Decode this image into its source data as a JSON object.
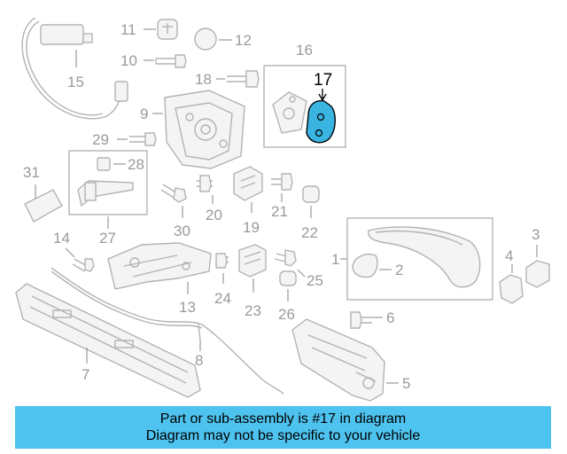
{
  "diagram": {
    "highlight_color": "#3ab4e0",
    "callouts": [
      {
        "id": "1",
        "text": "1"
      },
      {
        "id": "2",
        "text": "2"
      },
      {
        "id": "3",
        "text": "3"
      },
      {
        "id": "4",
        "text": "4"
      },
      {
        "id": "5",
        "text": "5"
      },
      {
        "id": "6",
        "text": "6"
      },
      {
        "id": "7",
        "text": "7"
      },
      {
        "id": "8",
        "text": "8"
      },
      {
        "id": "9",
        "text": "9"
      },
      {
        "id": "10",
        "text": "10"
      },
      {
        "id": "11",
        "text": "11"
      },
      {
        "id": "12",
        "text": "12"
      },
      {
        "id": "13",
        "text": "13"
      },
      {
        "id": "14",
        "text": "14"
      },
      {
        "id": "15",
        "text": "15"
      },
      {
        "id": "16",
        "text": "16"
      },
      {
        "id": "17",
        "text": "17"
      },
      {
        "id": "18",
        "text": "18"
      },
      {
        "id": "19",
        "text": "19"
      },
      {
        "id": "20",
        "text": "20"
      },
      {
        "id": "21",
        "text": "21"
      },
      {
        "id": "22",
        "text": "22"
      },
      {
        "id": "23",
        "text": "23"
      },
      {
        "id": "24",
        "text": "24"
      },
      {
        "id": "25",
        "text": "25"
      },
      {
        "id": "26",
        "text": "26"
      },
      {
        "id": "27",
        "text": "27"
      },
      {
        "id": "28",
        "text": "28"
      },
      {
        "id": "29",
        "text": "29"
      },
      {
        "id": "30",
        "text": "30"
      },
      {
        "id": "31",
        "text": "31"
      }
    ],
    "highlighted_part": "17"
  },
  "banner": {
    "line1": "Part or sub-assembly is #17 in diagram",
    "line2": "Diagram may not be specific to your vehicle",
    "background": "#4ec3ef"
  }
}
